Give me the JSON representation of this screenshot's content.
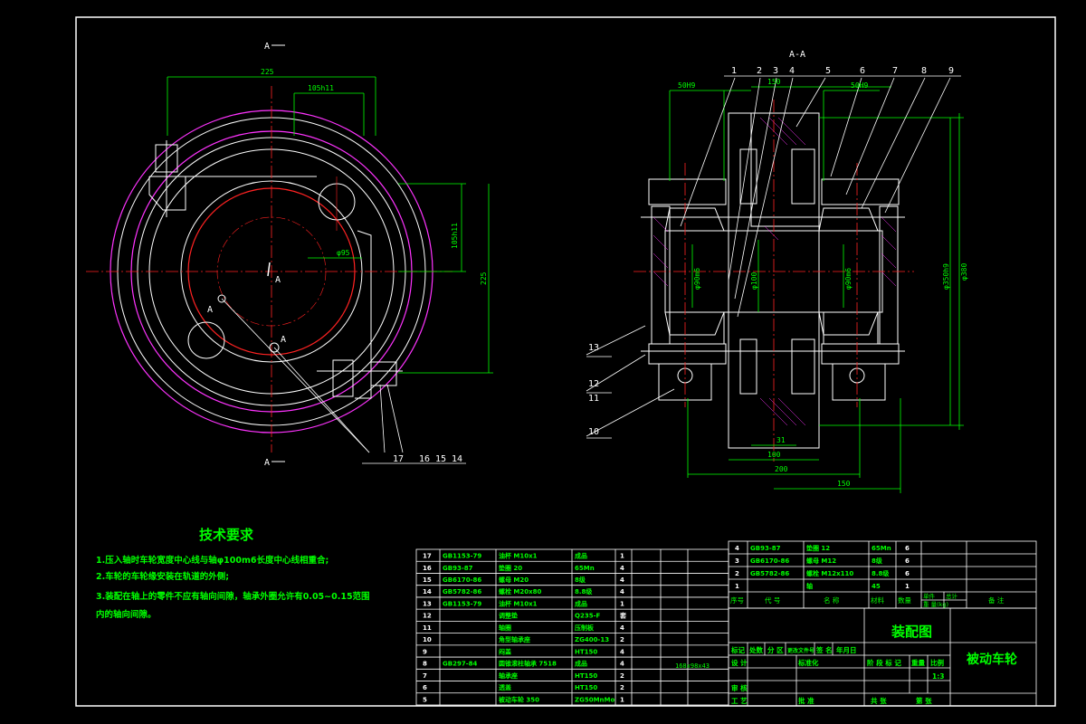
{
  "drawing": {
    "section_label": "A-A",
    "view_marks": {
      "top": "A",
      "bottom": "A",
      "center": "A",
      "left_arrow": "A",
      "lower": "A"
    },
    "dims_left": {
      "d225_top": "225",
      "d105h11_top": "105h11",
      "d105h11_side": "105h11",
      "d225_side": "225",
      "d_center": "φ95"
    },
    "dims_right": {
      "d50h9_left": "50H9",
      "d150_top": "150",
      "d50h9_right": "50H9",
      "phi90m6_l": "φ90m6",
      "phi100": "φ100",
      "phi90m6_r": "φ90m6",
      "phi350h9": "φ350h9",
      "phi380": "φ380",
      "d31": "31",
      "d100": "100",
      "d200": "200",
      "d150_bottom": "150"
    },
    "balloons_top": [
      "1",
      "2",
      "3",
      "4",
      "5",
      "6",
      "7",
      "8",
      "9"
    ],
    "balloons_left": [
      "13",
      "12",
      "11",
      "10"
    ],
    "balloons_bottom": [
      "17",
      "16",
      "15",
      "14"
    ]
  },
  "tech_req": {
    "title": "技术要求",
    "lines": [
      "1.压入轴时车轮宽度中心线与轴φ100m6长度中心线相重合;",
      "2.车轮的车轮缘安装在轨道的外侧;",
      "3.装配在轴上的零件不应有轴向间隙，轴承外圈允许有0.05~0.15范围",
      "内的轴向间隙。"
    ]
  },
  "parts_left": [
    {
      "no": "17",
      "code": "GB1153-79",
      "name": "油杯 M10x1",
      "mat": "成品",
      "qty": "1"
    },
    {
      "no": "16",
      "code": "GB93-87",
      "name": "垫圈 20",
      "mat": "65Mn",
      "qty": "4"
    },
    {
      "no": "15",
      "code": "GB6170-86",
      "name": "螺母 M20",
      "mat": "8级",
      "qty": "4"
    },
    {
      "no": "14",
      "code": "GB5782-86",
      "name": "螺栓 M20x80",
      "mat": "8.8级",
      "qty": "4"
    },
    {
      "no": "13",
      "code": "GB1153-79",
      "name": "油杯 M10x1",
      "mat": "成品",
      "qty": "1"
    },
    {
      "no": "12",
      "code": "",
      "name": "调整垫",
      "mat": "Q235-F",
      "qty": "套"
    },
    {
      "no": "11",
      "code": "",
      "name": "轴圈",
      "mat": "压制板",
      "qty": "4"
    },
    {
      "no": "10",
      "code": "",
      "name": "角型轴承座",
      "mat": "ZG400-13",
      "qty": "2"
    },
    {
      "no": "9",
      "code": "",
      "name": "闷盖",
      "mat": "HT150",
      "qty": "4"
    },
    {
      "no": "8",
      "code": "GB297-84",
      "name": "圆锥滚柱轴承 7518",
      "mat": "成品",
      "qty": "4"
    },
    {
      "no": "7",
      "code": "",
      "name": "轴承座",
      "mat": "HT150",
      "qty": "2"
    },
    {
      "no": "6",
      "code": "",
      "name": "透盖",
      "mat": "HT150",
      "qty": "2"
    },
    {
      "no": "5",
      "code": "",
      "name": "被动车轮 350",
      "mat": "ZG50MnMo",
      "qty": "1"
    }
  ],
  "parts_left_extra": {
    "spec": "168x98x43"
  },
  "parts_right": [
    {
      "no": "4",
      "code": "GB93-87",
      "name": "垫圈 12",
      "mat": "65Mn",
      "qty": "6"
    },
    {
      "no": "3",
      "code": "GB6170-86",
      "name": "螺母 M12",
      "mat": "8级",
      "qty": "6"
    },
    {
      "no": "2",
      "code": "GB5782-86",
      "name": "螺栓 M12x110",
      "mat": "8.8级",
      "qty": "6"
    },
    {
      "no": "1",
      "code": "",
      "name": "轴",
      "mat": "45",
      "qty": "1"
    }
  ],
  "parts_header": {
    "no": "序号",
    "code": "代 号",
    "name": "名 称",
    "qty": "数量",
    "mat": "材料",
    "w1": "单件",
    "w2": "总计",
    "wt": "重 量(kg)",
    "note": "备 注"
  },
  "title_block": {
    "drawing_type": "装配图",
    "part_name": "被动车轮",
    "row_labels": [
      "标记",
      "处数",
      "分 区",
      "更改文件号",
      "签 名",
      "年月日"
    ],
    "design": "设 计",
    "standard": "标准化",
    "stage": "阶 段 标 记",
    "weight": "重量",
    "scale_label": "比例",
    "scale": "1:3",
    "review": "审 核",
    "process": "工 艺",
    "approve": "批 准",
    "sheets": "共 张",
    "sheet": "第 张"
  }
}
